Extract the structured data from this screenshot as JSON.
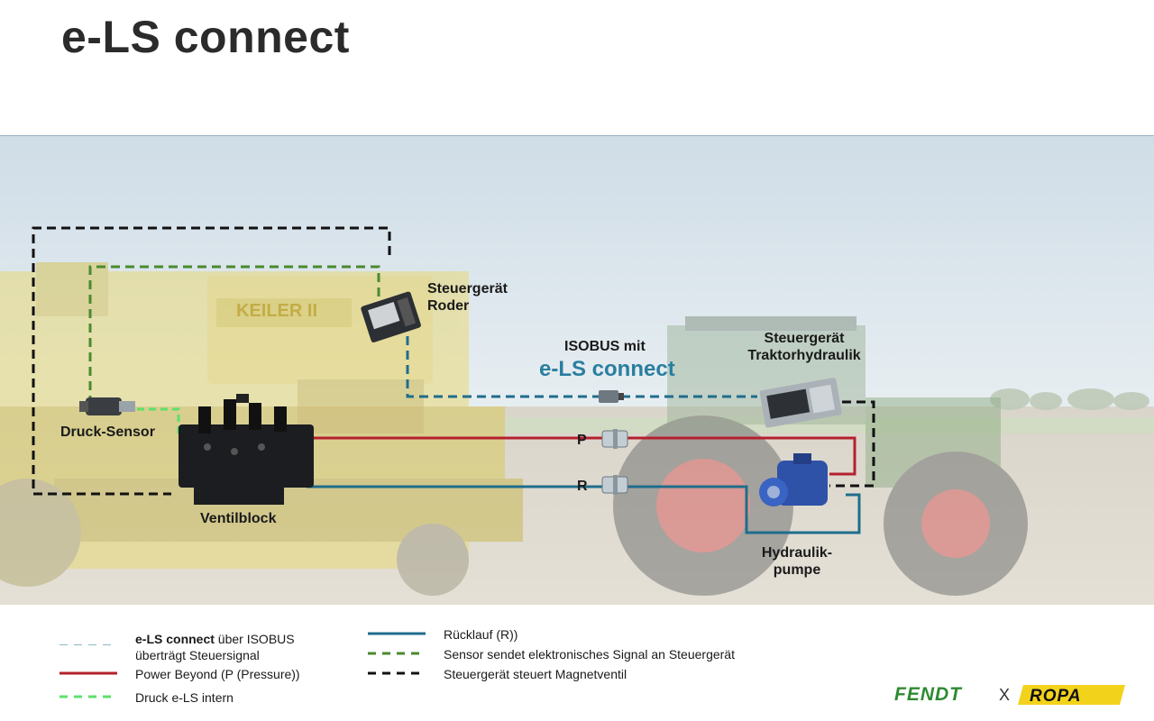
{
  "title": "e-LS connect",
  "labels": {
    "steuergeraet_roder_line1": "Steuergerät",
    "steuergeraet_roder_line2": "Roder",
    "isobus_line1": "ISOBUS mit",
    "isobus_line2": "e-LS connect",
    "steuergeraet_traktor_line1": "Steuergerät",
    "steuergeraet_traktor_line2": "Traktorhydraulik",
    "druck_sensor": "Druck-Sensor",
    "ventilblock": "Ventilblock",
    "port_p": "P",
    "port_r": "R",
    "pumpe_line1": "Hydraulik-",
    "pumpe_line2": "pumpe"
  },
  "legend": [
    {
      "style": "dashed",
      "color": "#1f6d8c",
      "bold": "e-LS connect",
      "text": " über ISOBUS",
      "text2": "überträgt Steuersignal"
    },
    {
      "style": "solid",
      "color": "#b5202e",
      "bold": "",
      "text": "Power Beyond (P (Pressure))",
      "text2": ""
    },
    {
      "style": "dashed",
      "color": "#5ee06b",
      "bold": "",
      "text": "Druck e-LS intern",
      "text2": ""
    },
    {
      "style": "solid",
      "color": "#1f6d8c",
      "bold": "",
      "text": "Rücklauf (R))",
      "text2": ""
    },
    {
      "style": "dashed",
      "color": "#4a8a2e",
      "bold": "",
      "text": "Sensor sendet elektronisches Signal an Steuergerät",
      "text2": ""
    },
    {
      "style": "dashed",
      "color": "#111111",
      "bold": "",
      "text": "Steuergerät steuert Magnetventil",
      "text2": ""
    }
  ],
  "logos": {
    "left": "FENDT",
    "separator": "X",
    "right": "ROPA"
  },
  "colors": {
    "isobus_blue": "#1f6d8c",
    "pressure_red": "#b5202e",
    "internal_green": "#5ee06b",
    "sensor_green": "#4a8a2e",
    "control_black": "#111111",
    "fendt_green": "#2f8a32",
    "ropa_yellow": "#f3d21c"
  }
}
